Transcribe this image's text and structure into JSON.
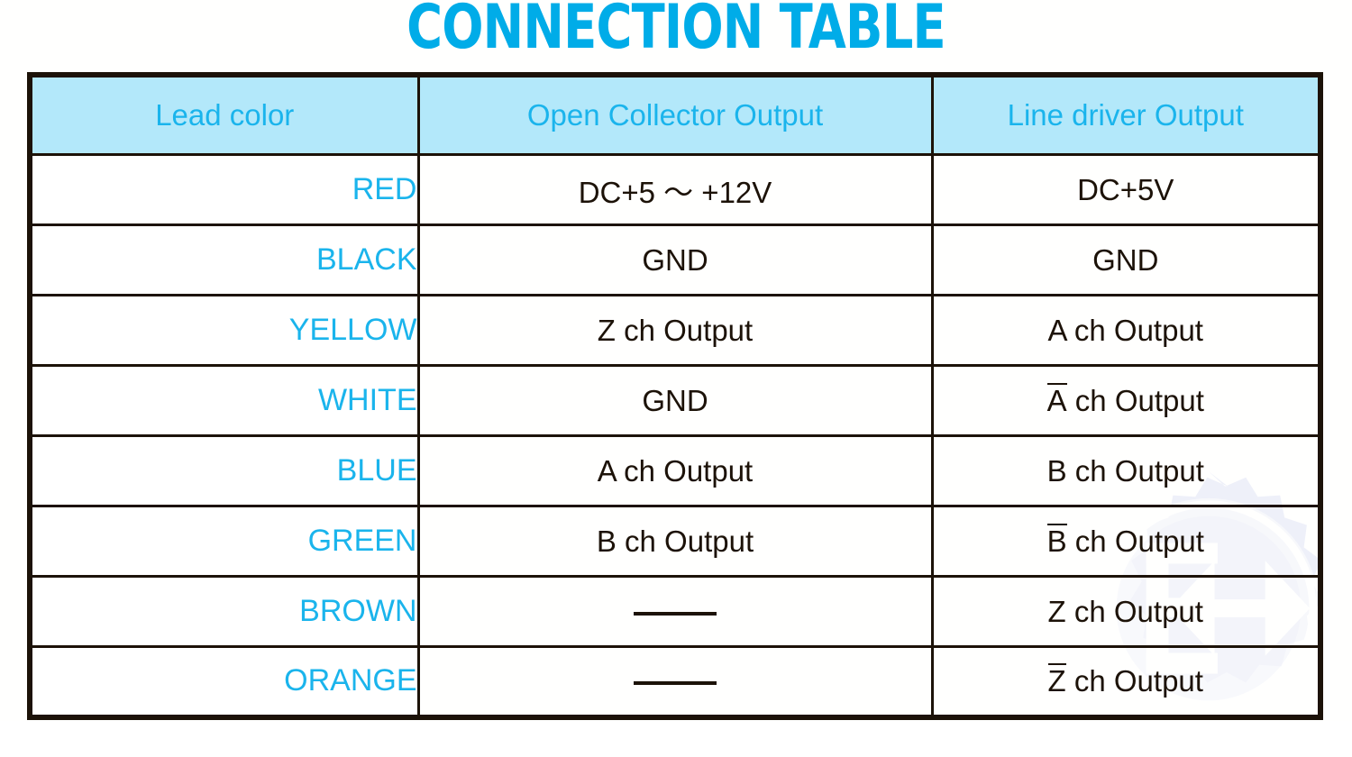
{
  "title": "CONNECTION TABLE",
  "colors": {
    "title_cyan": "#00ace8",
    "header_background": "#b3e8fa",
    "header_text": "#1ab4ec",
    "lead_color_text": "#1ab4ec",
    "body_text": "#1c1208",
    "border": "#1c1208",
    "watermark": "#c8cfee"
  },
  "table": {
    "headers": {
      "lead_color": "Lead color",
      "open_collector": "Open Collector Output",
      "line_driver": "Line driver Output"
    },
    "rows": [
      {
        "lead_color": "RED",
        "open_collector": "DC+5 ～ +12V",
        "open_collector_dash": false,
        "line_driver": "DC+5V",
        "line_driver_overline": ""
      },
      {
        "lead_color": "BLACK",
        "open_collector": "GND",
        "open_collector_dash": false,
        "line_driver": "GND",
        "line_driver_overline": ""
      },
      {
        "lead_color": "YELLOW",
        "open_collector": "Z ch Output",
        "open_collector_dash": false,
        "line_driver": "A ch Output",
        "line_driver_overline": ""
      },
      {
        "lead_color": "WHITE",
        "open_collector": "GND",
        "open_collector_dash": false,
        "line_driver": "Ā ch Output",
        "line_driver_overline": "A"
      },
      {
        "lead_color": "BLUE",
        "open_collector": "A ch Output",
        "open_collector_dash": false,
        "line_driver": "B ch Output",
        "line_driver_overline": ""
      },
      {
        "lead_color": "GREEN",
        "open_collector": "B ch Output",
        "open_collector_dash": false,
        "line_driver": "B̄ ch Output",
        "line_driver_overline": "B"
      },
      {
        "lead_color": "BROWN",
        "open_collector": "——",
        "open_collector_dash": true,
        "line_driver": "Z ch Output",
        "line_driver_overline": ""
      },
      {
        "lead_color": "ORANGE",
        "open_collector": "——",
        "open_collector_dash": true,
        "line_driver": "Z̄ ch Output",
        "line_driver_overline": "Z"
      }
    ]
  },
  "watermark": {
    "icon": "gear-k-arrow-watermark"
  }
}
